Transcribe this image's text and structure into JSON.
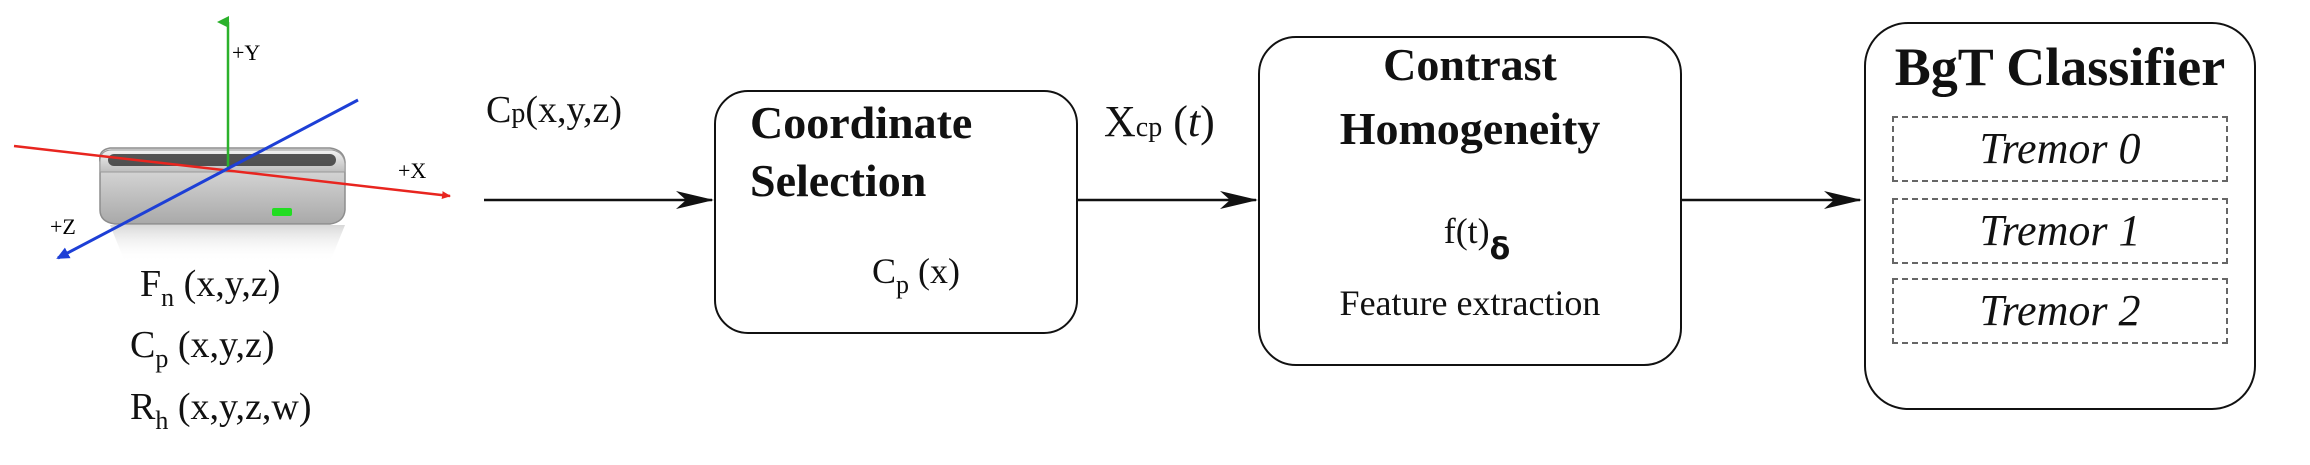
{
  "axes": {
    "y": "+Y",
    "x": "+X",
    "z": "+Z"
  },
  "leap_outputs": {
    "fn": {
      "main": "F",
      "sub": "n",
      "args": " (x,y,z)"
    },
    "cp": {
      "main": "C",
      "sub": "p",
      "args": " (x,y,z)"
    },
    "rh": {
      "main": "R",
      "sub": "h",
      "args": " (x,y,z,w)"
    }
  },
  "arrow1_label": {
    "main": "C",
    "sub": "p",
    "args": "(x,y,z)"
  },
  "coordinate_box": {
    "title_line1": "Coordinate",
    "title_line2": "Selection",
    "sub_main": "C",
    "sub_sub": "p",
    "sub_args": " (x)"
  },
  "arrow2_label": {
    "main": "X",
    "sub": "cp",
    "args_open": " (",
    "var": "t",
    "args_close": ")"
  },
  "contrast_box": {
    "title_line1": "Contrast",
    "title_line2": "Homogeneity",
    "formula_main": "f(t)",
    "formula_sub": "δ",
    "caption": "Feature extraction"
  },
  "classifier": {
    "title": "BgT Classifier",
    "items": [
      "Tremor 0",
      "Tremor 1",
      "Tremor 2"
    ]
  },
  "colors": {
    "x_axis": "#e8251f",
    "y_axis": "#2bb12b",
    "z_axis": "#1d3fd6",
    "led": "#22dd22",
    "device": "#c9c9c9"
  }
}
